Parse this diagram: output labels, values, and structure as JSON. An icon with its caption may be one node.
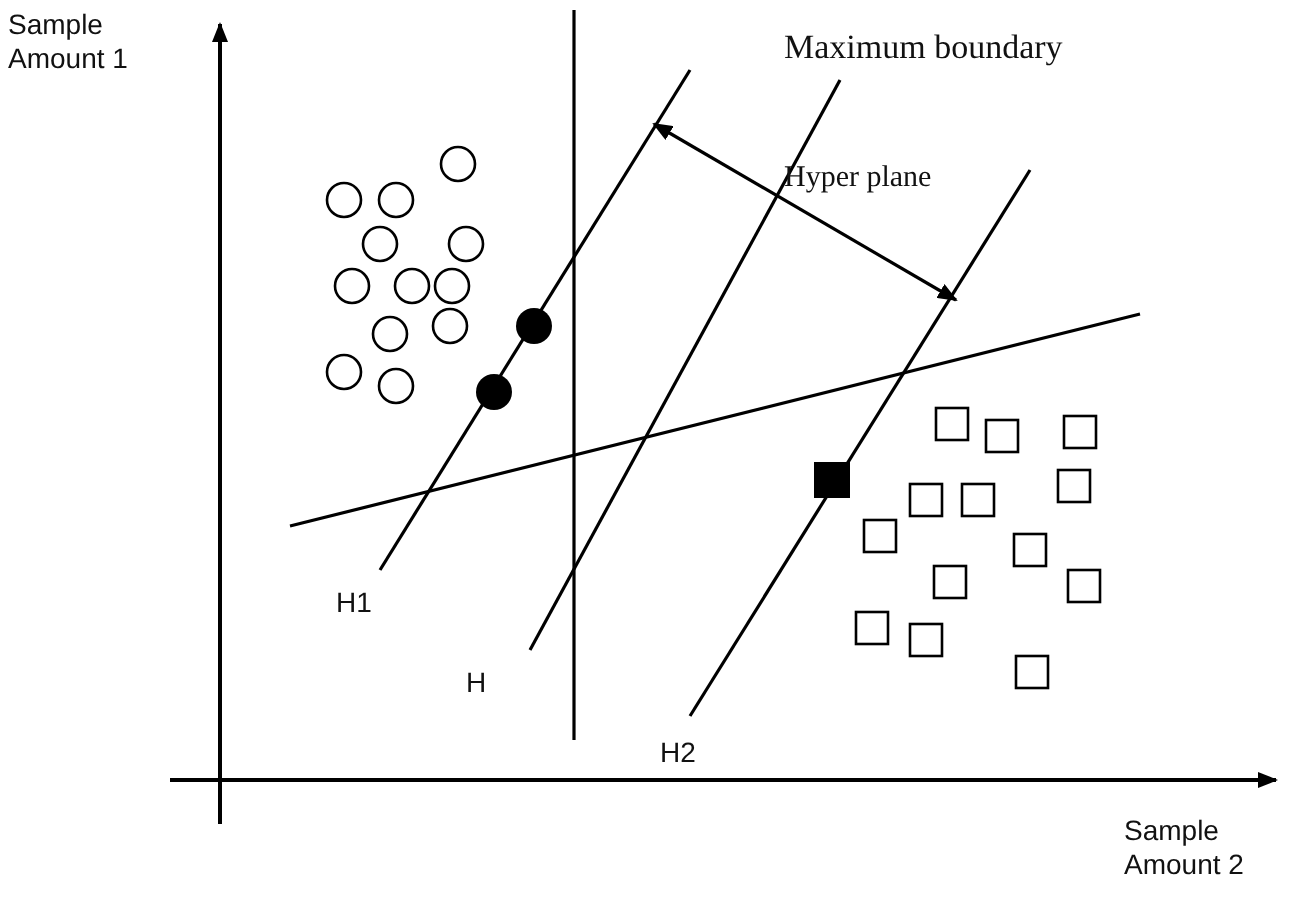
{
  "diagram": {
    "labels": [
      "Sample Amount 1",
      "Maximum boundary",
      "Hyper plane",
      "H1",
      "H",
      "H2",
      "Sample Amount 2"
    ]
  }
}
